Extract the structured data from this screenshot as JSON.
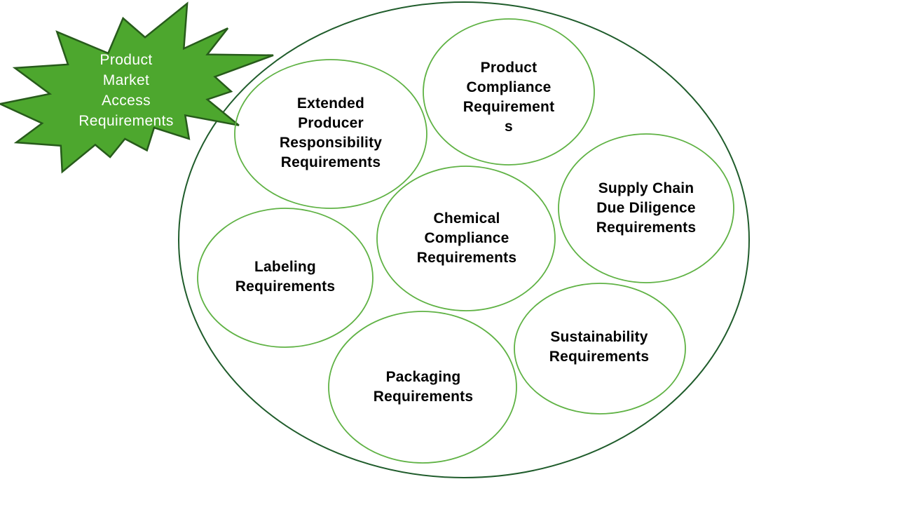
{
  "burst": {
    "label": "Product Market Access Requirements",
    "lines": [
      "Product",
      "Market",
      "Access",
      "Requirements"
    ]
  },
  "circles": [
    {
      "id": "extended-producer-responsibility",
      "label": "Extended Producer Responsibility Requirements",
      "lines": [
        "Extended",
        "Producer",
        "Responsibility",
        "Requirements"
      ]
    },
    {
      "id": "product-compliance",
      "label": "Product Compliance Requirements",
      "lines": [
        "Product",
        "Compliance",
        "Requirement",
        "s"
      ]
    },
    {
      "id": "supply-chain-due-diligence",
      "label": "Supply Chain Due Diligence Requirements",
      "lines": [
        "Supply Chain",
        "Due Diligence",
        "Requirements"
      ]
    },
    {
      "id": "chemical-compliance",
      "label": "Chemical Compliance Requirements",
      "lines": [
        "Chemical",
        "Compliance",
        "Requirements"
      ]
    },
    {
      "id": "labeling",
      "label": "Labeling Requirements",
      "lines": [
        "Labeling",
        "Requirements"
      ]
    },
    {
      "id": "packaging",
      "label": "Packaging Requirements",
      "lines": [
        "Packaging",
        "Requirements"
      ]
    },
    {
      "id": "sustainability",
      "label": "Sustainability Requirements",
      "lines": [
        "Sustainability",
        "Requirements"
      ]
    }
  ],
  "colors": {
    "burst_fill": "#4DA72E",
    "burst_stroke": "#275B1B",
    "outer_ellipse_stroke": "#1F5C2B",
    "inner_circle_stroke": "#5FB244",
    "circle_text": "#000000",
    "burst_text": "#FFFFFF"
  }
}
